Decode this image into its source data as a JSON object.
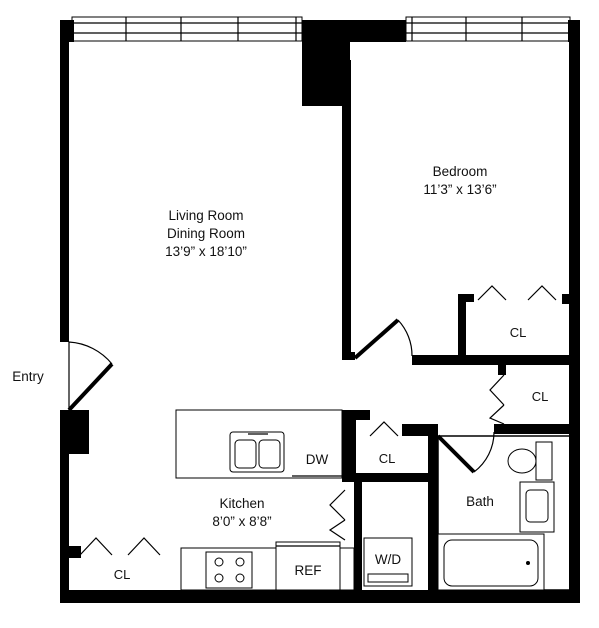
{
  "rooms": {
    "living": {
      "line1": "Living Room",
      "line2": "Dining Room",
      "dims": "13’9” x 18’10”"
    },
    "bedroom": {
      "line1": "Bedroom",
      "dims": "11’3” x 13’6”"
    },
    "kitchen": {
      "line1": "Kitchen",
      "dims": "8’0” x 8’8”"
    },
    "bath": {
      "label": "Bath"
    }
  },
  "closets": {
    "bedroom": "CL",
    "hall": "CL",
    "kitchen": "CL",
    "entry": "CL"
  },
  "appliances": {
    "dw": "DW",
    "ref": "REF",
    "wd": "W/D"
  },
  "entry": "Entry"
}
